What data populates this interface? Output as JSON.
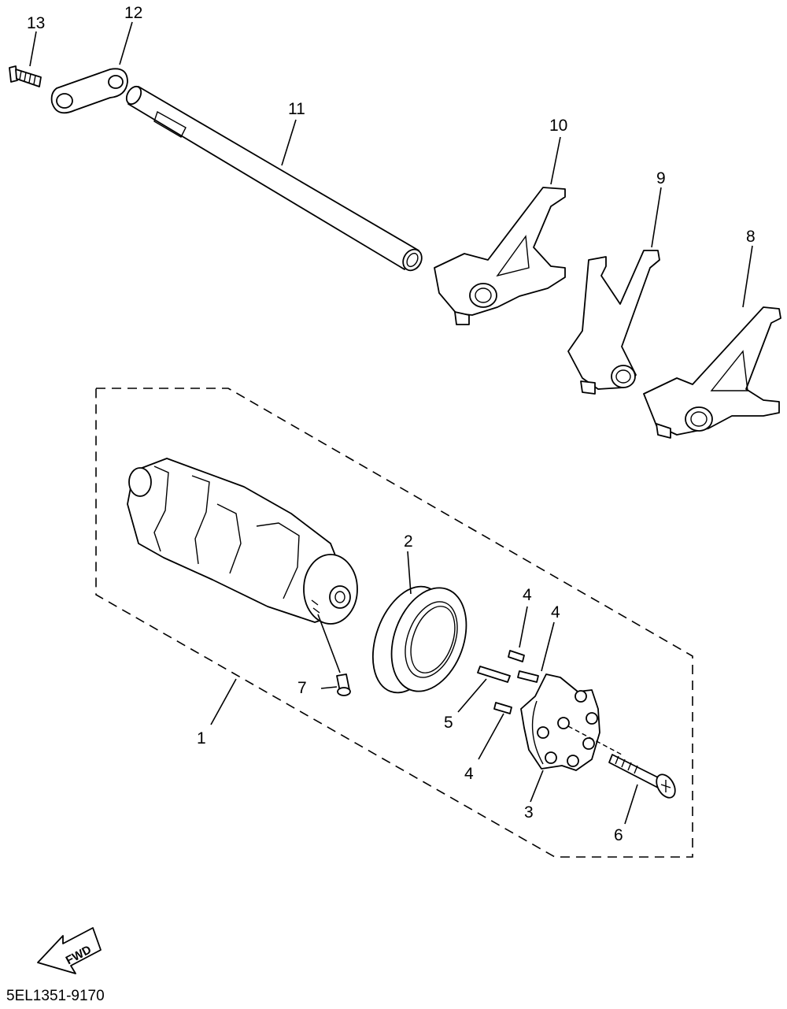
{
  "diagram_code": "5EL1351-9170",
  "fwd_label": "FWD",
  "callouts": {
    "n1": "1",
    "n2": "2",
    "n3": "3",
    "n4a": "4",
    "n4b": "4",
    "n4c": "4",
    "n5": "5",
    "n6": "6",
    "n7": "7",
    "n8": "8",
    "n9": "9",
    "n10": "10",
    "n11": "11",
    "n12": "12",
    "n13": "13"
  }
}
